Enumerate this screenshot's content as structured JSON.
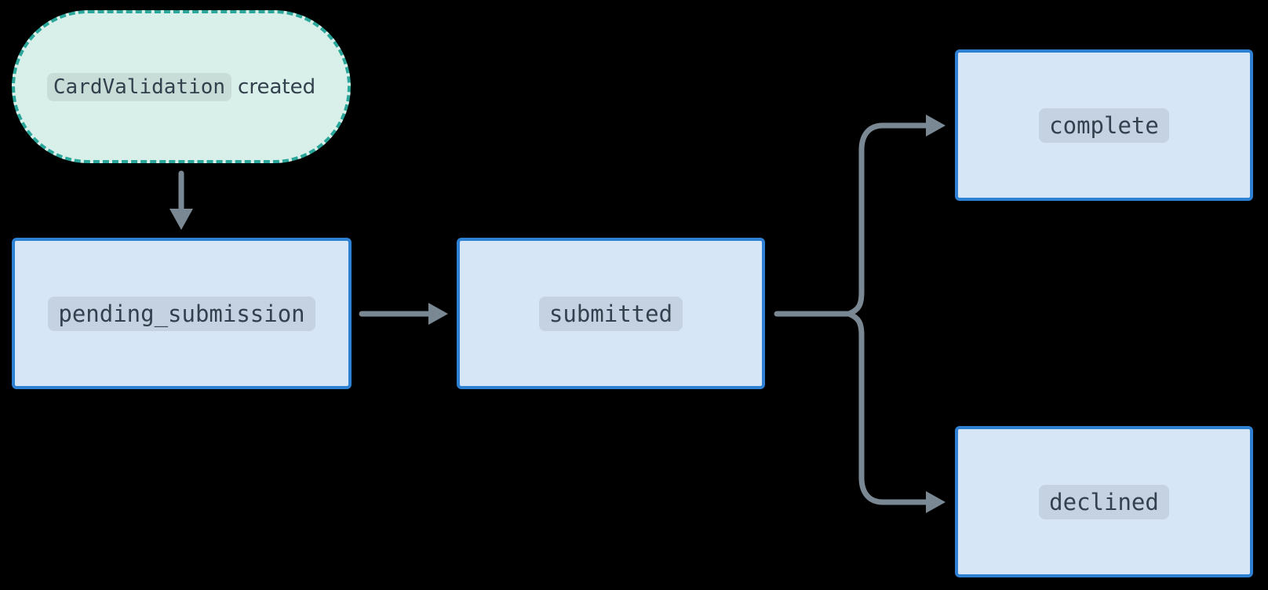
{
  "diagram": {
    "type": "state-diagram",
    "colors": {
      "background": "#000000",
      "event-fill": "#d9efe9",
      "event-border": "#2aa79a",
      "event-badge": "#c8ddd8",
      "state-fill": "#d7e6f6",
      "state-border": "#2e80d2",
      "state-badge": "#c4d2e1",
      "edge": "#7a8894",
      "text": "#33404d"
    },
    "nodes": [
      {
        "id": "event-created",
        "kind": "event",
        "code_label": "CardValidation",
        "text_label": "created"
      },
      {
        "id": "pending_submission",
        "kind": "state",
        "label": "pending_submission"
      },
      {
        "id": "submitted",
        "kind": "state",
        "label": "submitted"
      },
      {
        "id": "complete",
        "kind": "state",
        "label": "complete"
      },
      {
        "id": "declined",
        "kind": "state",
        "label": "declined"
      }
    ],
    "edges": [
      {
        "from": "event-created",
        "to": "pending_submission"
      },
      {
        "from": "pending_submission",
        "to": "submitted"
      },
      {
        "from": "submitted",
        "to": "complete"
      },
      {
        "from": "submitted",
        "to": "declined"
      }
    ]
  }
}
